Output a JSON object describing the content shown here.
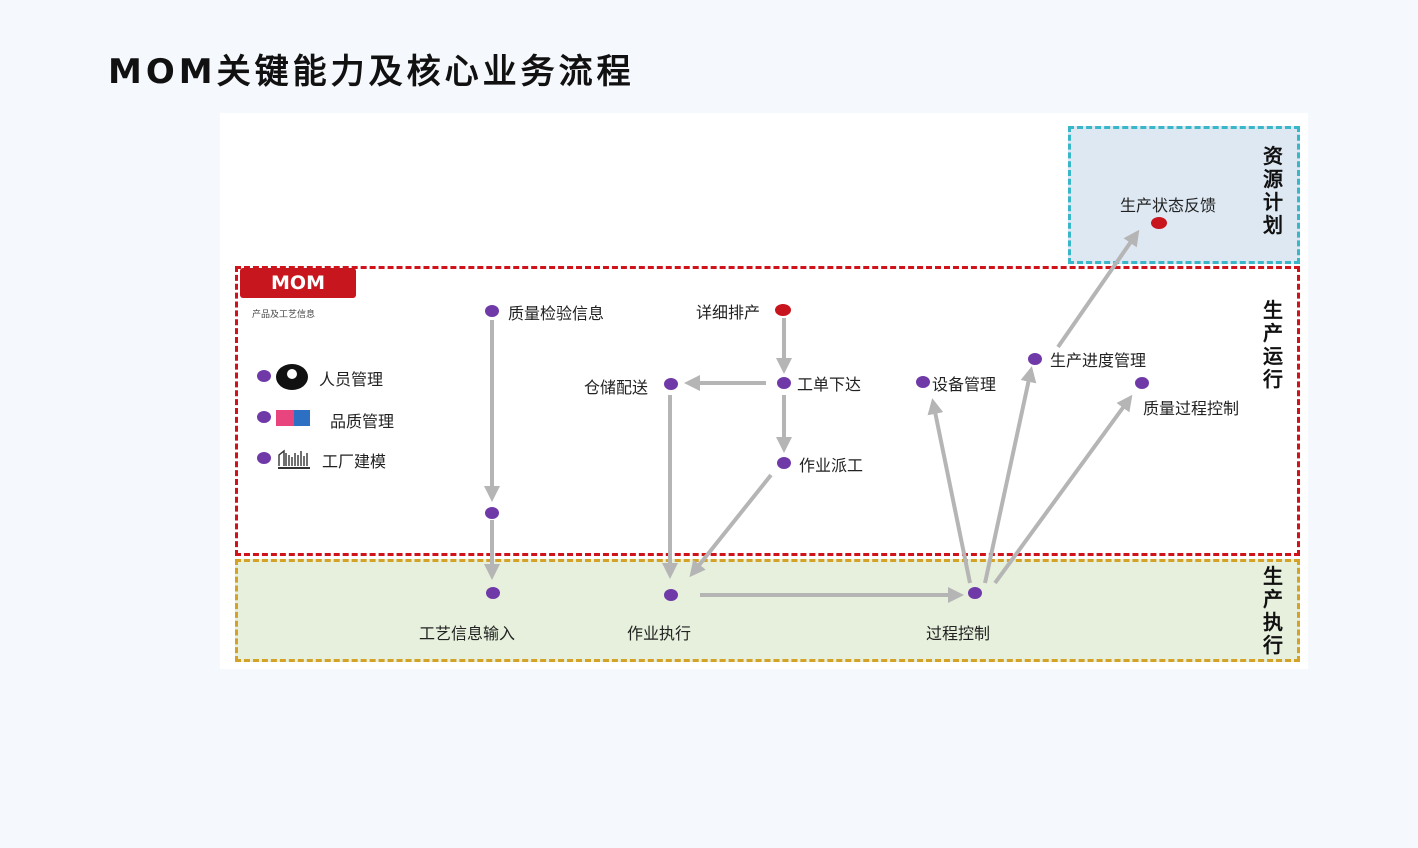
{
  "title": "MOM关键能力及核心业务流程",
  "zones": {
    "plan": "资源计划",
    "run": "生产运行",
    "exec": "生产执行"
  },
  "mom": {
    "badge": "MOM",
    "subtitle": "产品及工艺信息"
  },
  "legend": [
    {
      "label": "人员管理",
      "icon": "person-icon"
    },
    {
      "label": "品质管理",
      "icon": "quality-icon"
    },
    {
      "label": "工厂建模",
      "icon": "factory-icon"
    }
  ],
  "nodes": {
    "feedback": "生产状态反馈",
    "quality_inspection": "质量检验信息",
    "detailed_schedule": "详细排产",
    "warehouse": "仓储配送",
    "work_order": "工单下达",
    "equipment": "设备管理",
    "progress": "生产进度管理",
    "quality_process": "质量过程控制",
    "dispatch": "作业派工",
    "process_input": "工艺信息输入",
    "execution": "作业执行",
    "process_control": "过程控制"
  },
  "colors": {
    "plan_border": "#39b6c8",
    "run_border": "#d0121b",
    "exec_border": "#d3a227",
    "node_dot": "#6f3aa8",
    "accent_dot": "#c8141c",
    "arrow": "#b5b5b5"
  }
}
